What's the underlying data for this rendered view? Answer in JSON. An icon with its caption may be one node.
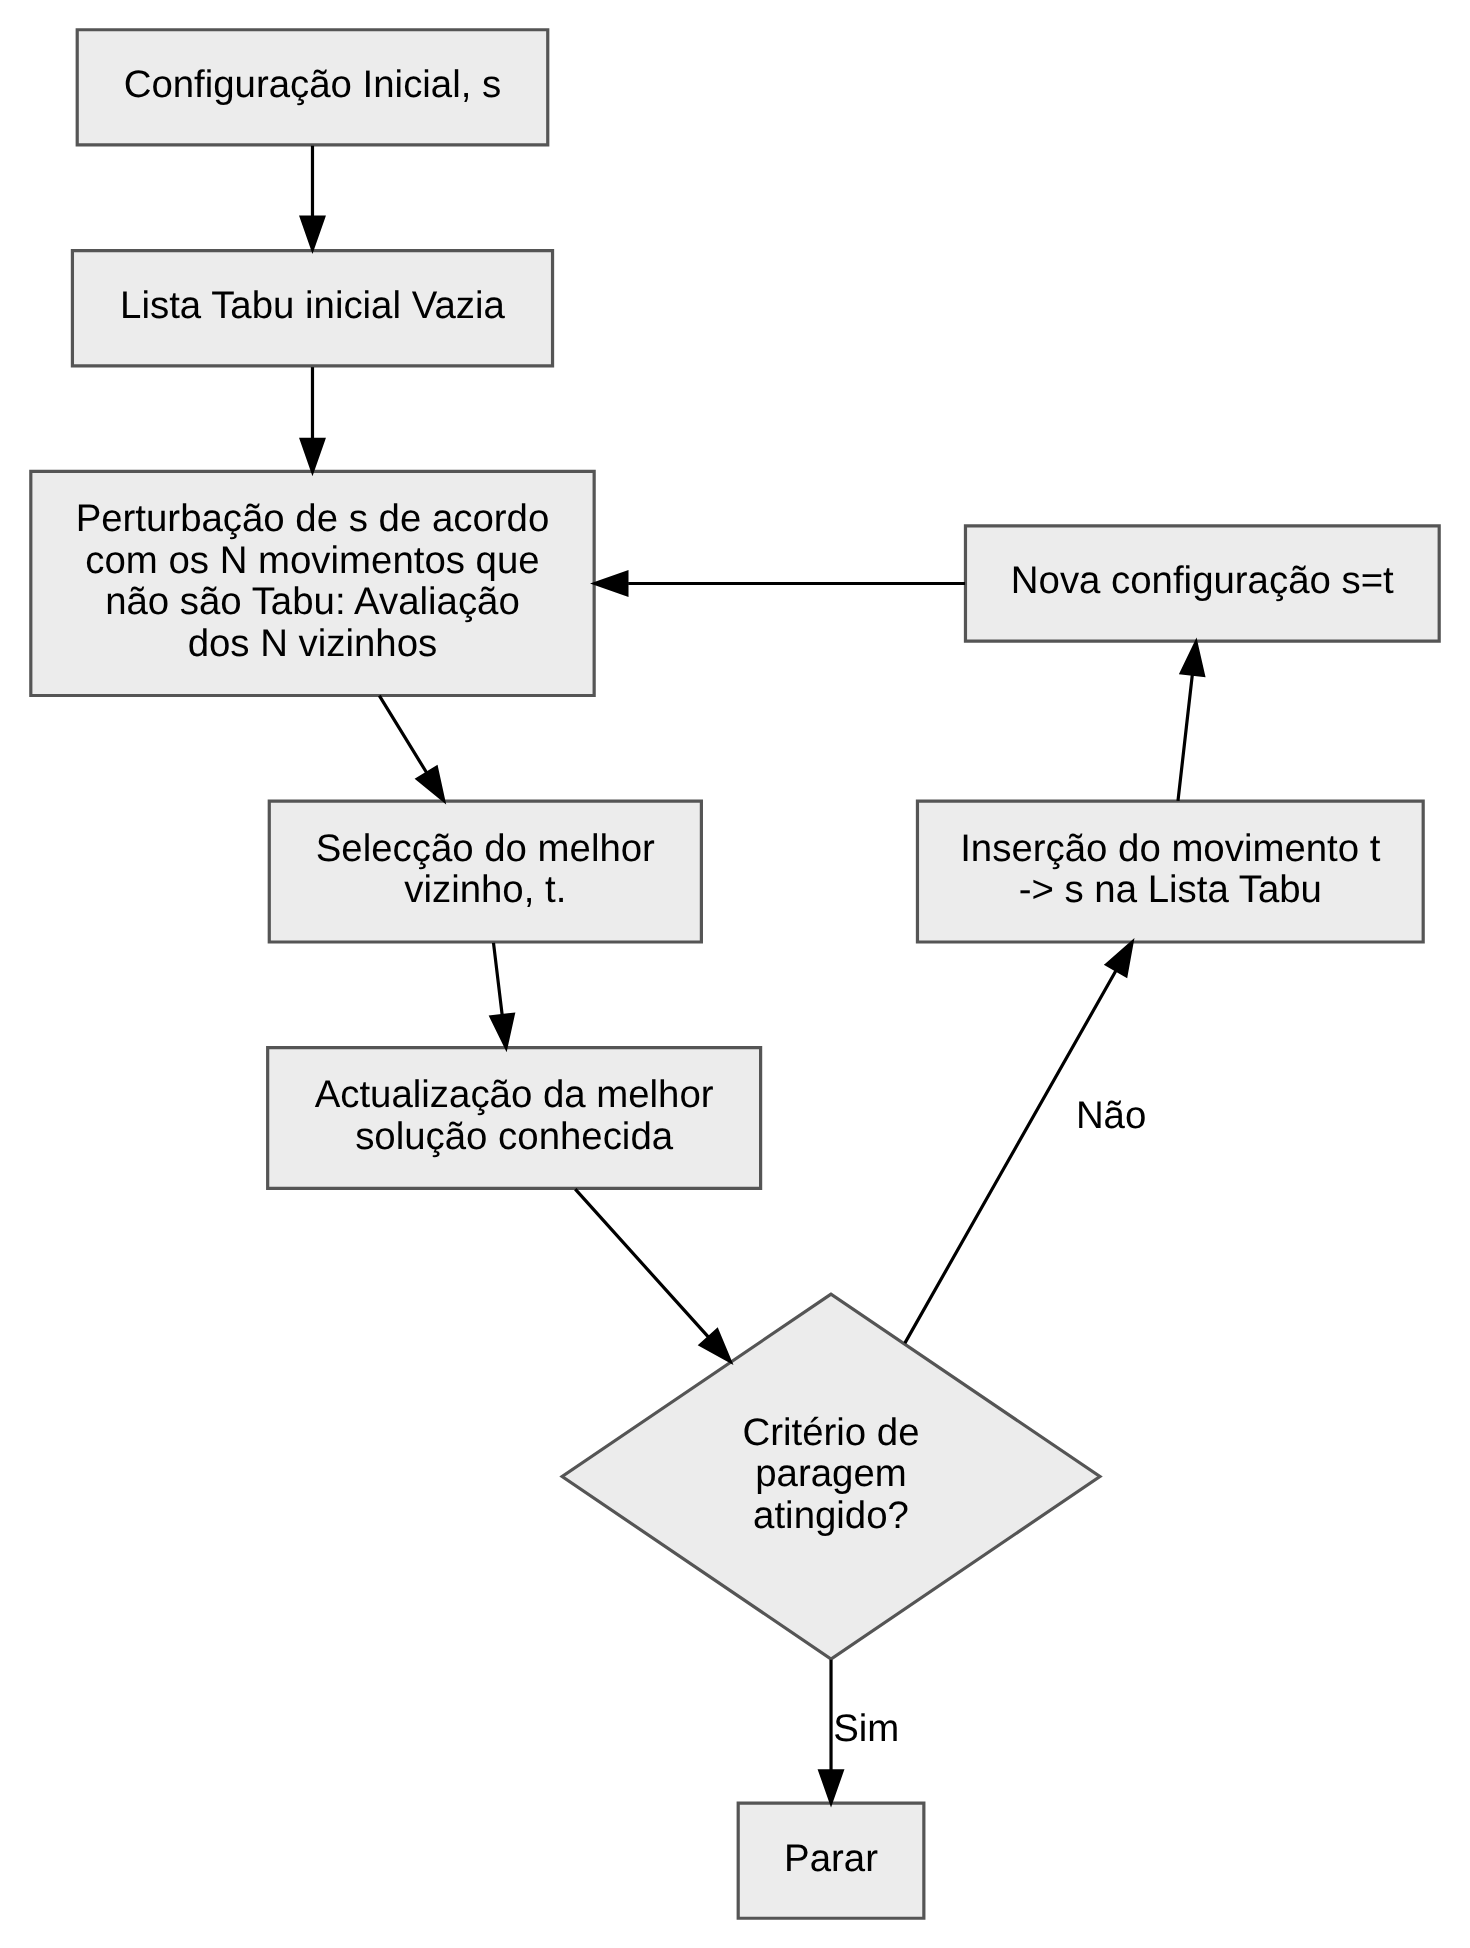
{
  "diagram": {
    "nodes": [
      {
        "text": [
          "Configuração Inicial, s"
        ]
      },
      {
        "text": [
          "Lista Tabu inicial Vazia"
        ]
      },
      {
        "text": [
          "Perturbação de s de acordo com os N movimentos que não são Tabu: Avaliação dos N vizinhos"
        ]
      },
      {
        "text": [
          "Selecção do melhor vizinho, t."
        ]
      },
      {
        "text": [
          "Actualização da melhor solução conhecida"
        ]
      },
      {
        "text": [
          "Critério de paragem atingido?"
        ]
      },
      {
        "text": [
          "Parar"
        ]
      },
      {
        "text": [
          "Inserção do movimento t -> s na Lista Tabu"
        ]
      },
      {
        "text": [
          "Nova configuração s=t"
        ]
      }
    ],
    "edges": [
      {
        "from": 0,
        "to": 1,
        "arrow": "to"
      },
      {
        "from": 1,
        "to": 2,
        "arrow": "to"
      },
      {
        "from": 2,
        "to": 3,
        "arrow": "to"
      },
      {
        "from": 3,
        "to": 4,
        "arrow": "to"
      },
      {
        "from": 4,
        "to": 5,
        "arrow": "to"
      },
      {
        "from": 5,
        "to": 6,
        "arrow": "to",
        "label": "Sim"
      },
      {
        "from": 5,
        "to": 7,
        "arrow": "to",
        "label": "Não"
      },
      {
        "from": 7,
        "to": 8,
        "arrow": "to"
      },
      {
        "from": 8,
        "to": 2,
        "arrow": "to"
      }
    ]
  }
}
